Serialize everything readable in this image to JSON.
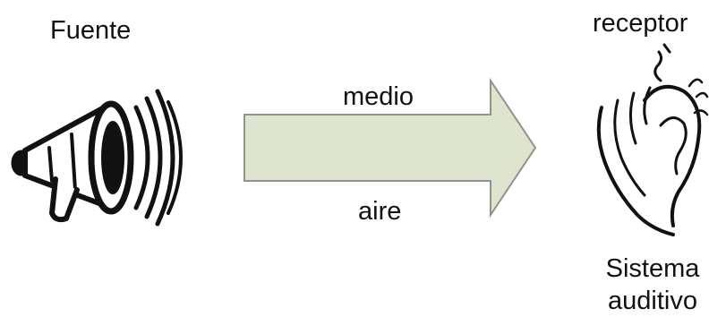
{
  "labels": {
    "source": "Fuente",
    "medium": "medio",
    "air": "aire",
    "receiver": "receptor",
    "system_line1": "Sistema",
    "system_line2": "auditivo"
  },
  "colors": {
    "arrow_fill": "#dfe4cf",
    "arrow_stroke": "#8e9489",
    "ink": "#111111"
  },
  "icons": {
    "source": "megaphone-icon",
    "receiver": "ear-hand-icon"
  }
}
